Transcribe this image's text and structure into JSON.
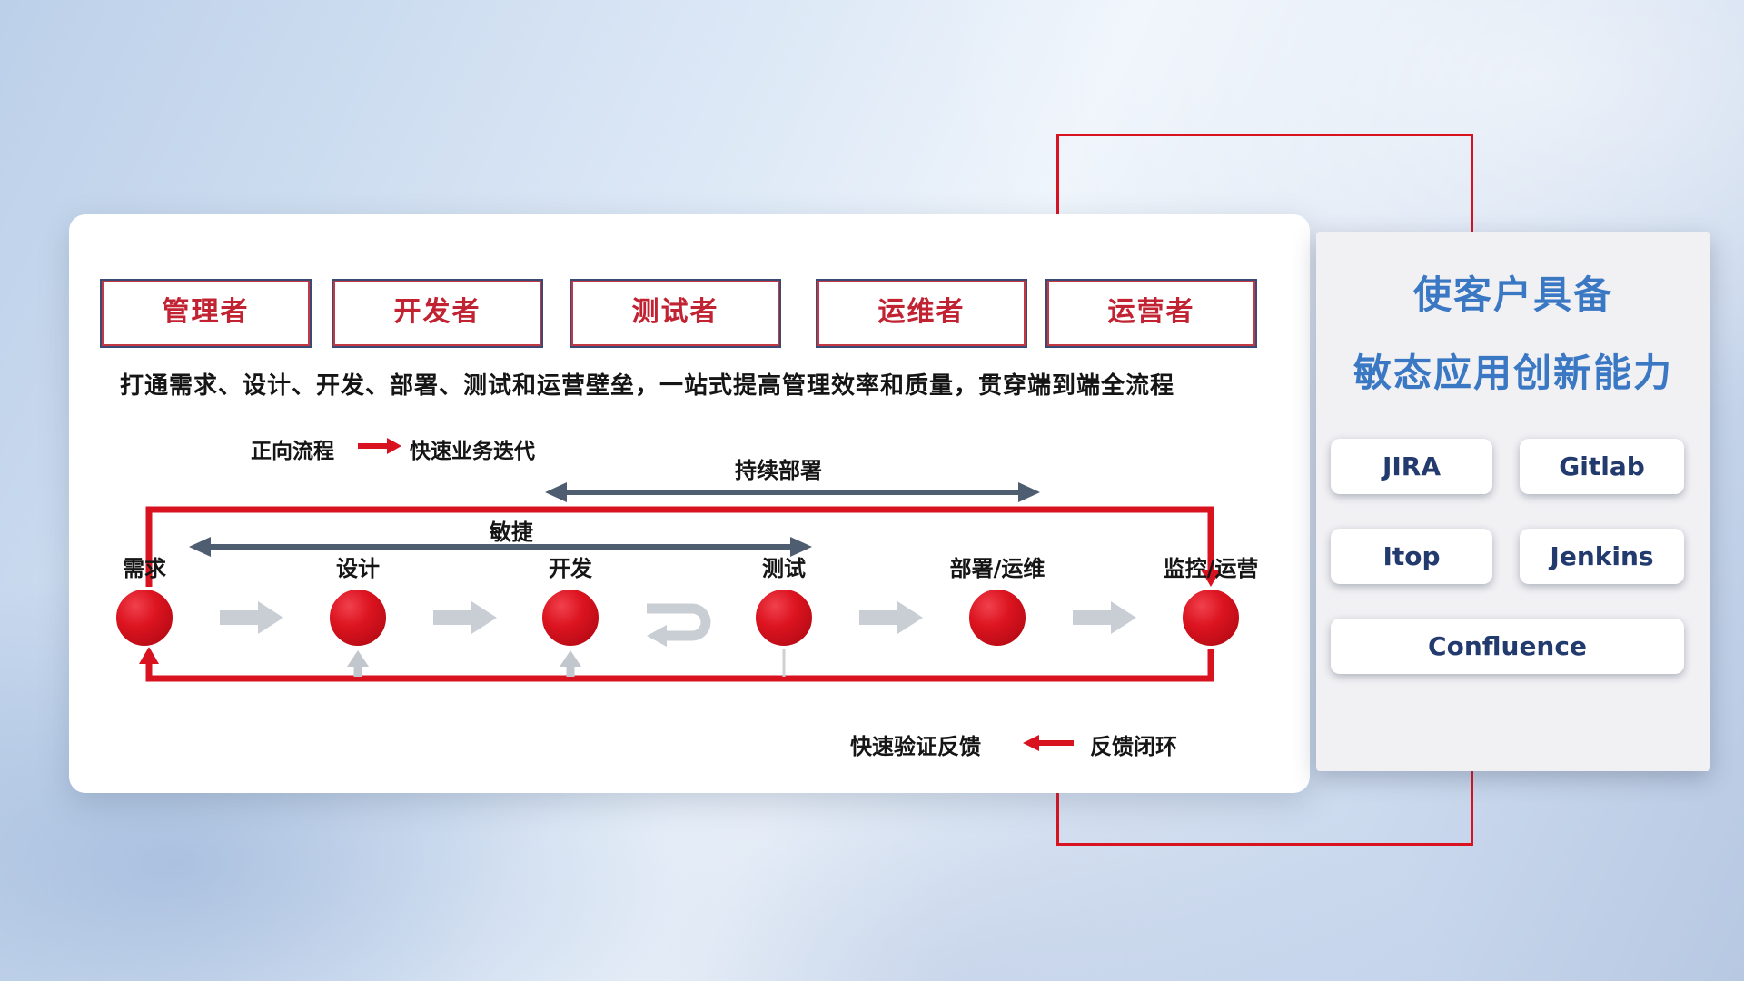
{
  "workflow_panel": {
    "roles": [
      {
        "label": "管理者"
      },
      {
        "label": "开发者"
      },
      {
        "label": "测试者"
      },
      {
        "label": "运维者"
      },
      {
        "label": "运营者"
      }
    ],
    "description": "打通需求、设计、开发、部署、测试和运营壁垒，一站式提高管理效率和质量，贯穿端到端全流程",
    "forward_legend": {
      "label": "正向流程",
      "value": "快速业务迭代"
    },
    "feedback_legend": {
      "label": "快速验证反馈",
      "value": "反馈闭环"
    },
    "span_arrows": {
      "continuous_deployment": "持续部署",
      "agile": "敏捷"
    },
    "stages": [
      {
        "label": "需求"
      },
      {
        "label": "设计"
      },
      {
        "label": "开发"
      },
      {
        "label": "测试"
      },
      {
        "label": "部署/运维"
      },
      {
        "label": "监控/运营"
      }
    ]
  },
  "capability_panel": {
    "title_line1": "使客户具备",
    "title_line2": "敏态应用创新能力",
    "tools": [
      "JIRA",
      "Gitlab",
      "Itop",
      "Jenkins",
      "Confluence"
    ]
  },
  "colors": {
    "accent_red": "#d8121f",
    "slate_arrow": "#4e5d6f",
    "flow_arrow_gray": "#c9ced5",
    "title_blue": "#3b78c4",
    "tool_text_navy": "#223a6d",
    "role_text_red": "#c22333",
    "role_border_navy": "#3a4a75"
  }
}
